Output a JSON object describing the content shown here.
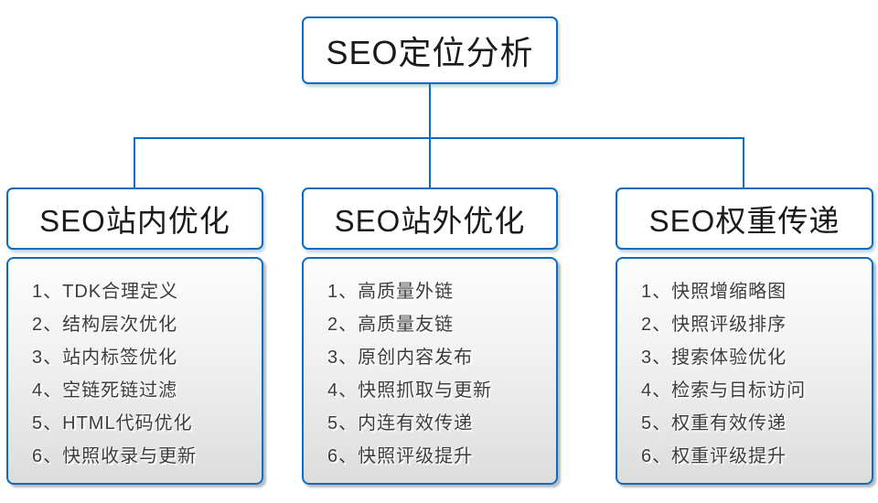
{
  "diagram": {
    "colors": {
      "line_blue": "#0c6dc0",
      "title_text": "#1a1a1a",
      "item_text": "#3c3c3c"
    },
    "root": {
      "title": "SEO定位分析"
    },
    "branches": [
      {
        "title": "SEO站内优化",
        "items": [
          "1、TDK合理定义",
          "2、结构层次优化",
          "3、站内标签优化",
          "4、空链死链过滤",
          "5、HTML代码优化",
          "6、快照收录与更新"
        ]
      },
      {
        "title": "SEO站外优化",
        "items": [
          "1、高质量外链",
          "2、高质量友链",
          "3、原创内容发布",
          "4、快照抓取与更新",
          "5、内连有效传递",
          "6、快照评级提升"
        ]
      },
      {
        "title": "SEO权重传递",
        "items": [
          "1、快照增缩略图",
          "2、快照评级排序",
          "3、搜索体验优化",
          "4、检索与目标访问",
          "5、权重有效传递",
          "6、权重评级提升"
        ]
      }
    ]
  }
}
